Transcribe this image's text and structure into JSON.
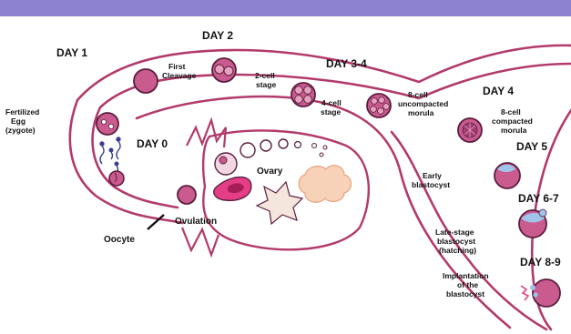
{
  "colors": {
    "banner": "#8c82cf",
    "tube": "#b23a6c",
    "cell_fill": "#c95b8e",
    "cell_outline": "#5b1e3f",
    "blastocyst_blue": "#9fc3e9",
    "follicle_pink": "#e43f86",
    "corpus_luteum": "#f7d2b9"
  },
  "days": {
    "day1": "DAY 1",
    "day2": "DAY 2",
    "day34": "DAY 3-4",
    "day4": "DAY 4",
    "day0": "DAY 0",
    "day5": "DAY 5",
    "day67": "DAY 6-7",
    "day89": "DAY 8-9"
  },
  "labels": {
    "fertilized_line1": "Fertilized",
    "fertilized_line2": "Egg",
    "fertilized_line3": "(zygote)",
    "first_cleavage_line1": "First",
    "first_cleavage_line2": "Cleavage",
    "two_cell_line1": "2-cell",
    "two_cell_line2": "stage",
    "four_cell_line1": "4-cell",
    "four_cell_line2": "stage",
    "uncompacted_line1": "8-cell",
    "uncompacted_line2": "uncompacted",
    "uncompacted_line3": "morula",
    "compacted_line1": "8-cell",
    "compacted_line2": "compacted",
    "compacted_line3": "morula",
    "ovary": "Ovary",
    "ovulation": "Ovulation",
    "oocyte": "Oocyte",
    "early_blasto_line1": "Early",
    "early_blasto_line2": "blastocyst",
    "late_blasto_line1": "Late-stage",
    "late_blasto_line2": "blastocyst",
    "late_blasto_line3": "(hatching)",
    "implant_line1": "Implantation",
    "implant_line2": "of the",
    "implant_line3": "blastocyst"
  }
}
